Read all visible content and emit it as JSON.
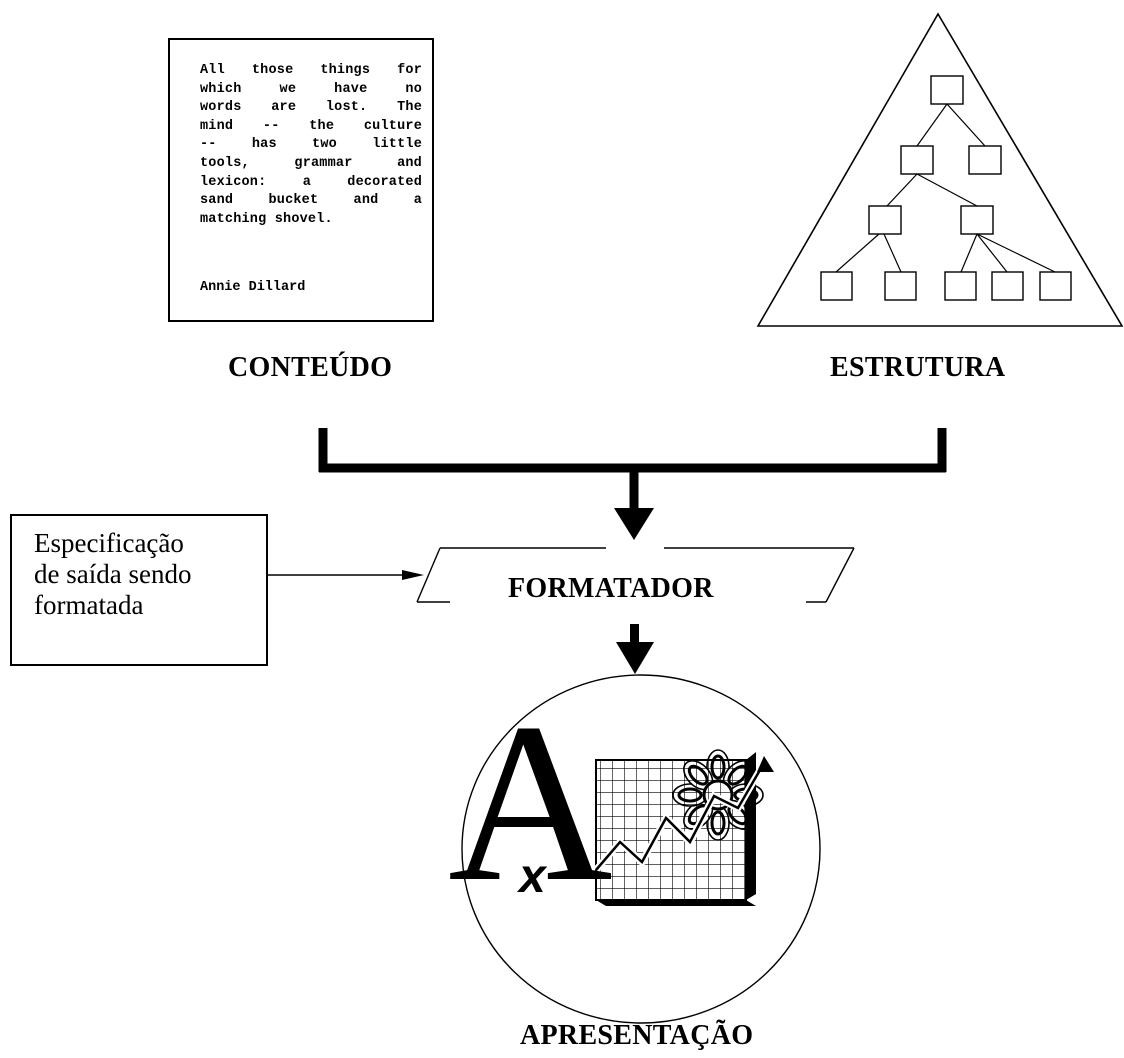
{
  "content_block": {
    "quote_lines": [
      "All those things for",
      "which we have no",
      "words are lost. The",
      "mind -- the culture",
      "-- has two little",
      "tools, grammar and",
      "lexicon: a decorated",
      "sand bucket and a"
    ],
    "quote_last_line": "matching shovel.",
    "author": "Annie Dillard",
    "label": "CONTEÚDO"
  },
  "structure_block": {
    "label": "ESTRUTURA"
  },
  "formatter": {
    "label": "FORMATADOR"
  },
  "spec_box": {
    "line1": "Especificação",
    "line2": "de saída sendo",
    "line3": "formatada"
  },
  "presentation": {
    "letter": "A",
    "symbol": "x",
    "label": "APRESENTAÇÃO"
  },
  "colors": {
    "line": "#000000",
    "background": "#ffffff"
  }
}
